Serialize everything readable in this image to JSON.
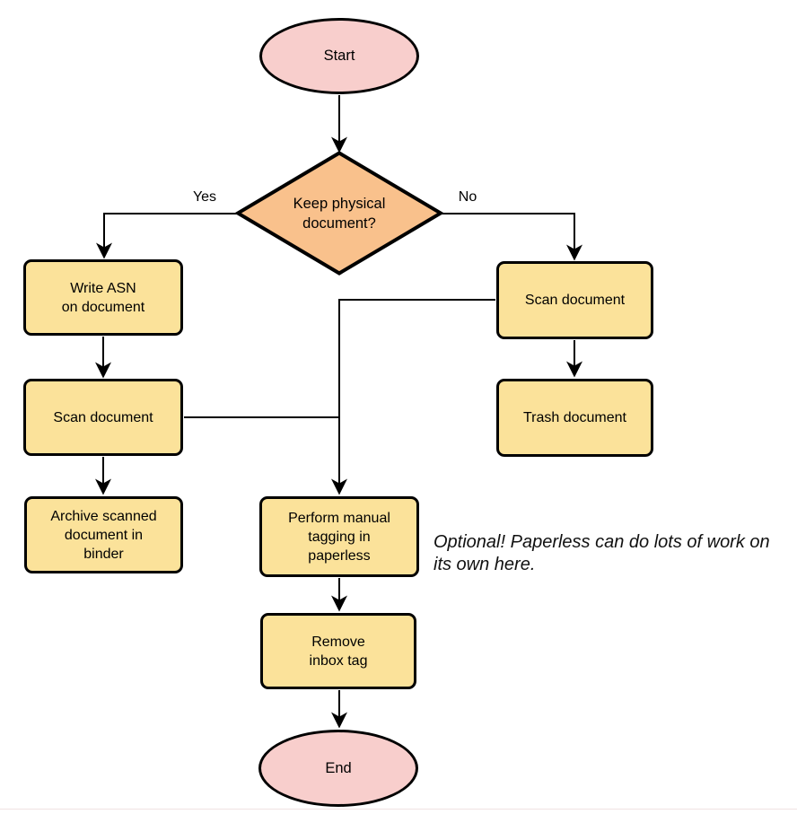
{
  "colors": {
    "terminator_fill": "#f8cecc",
    "decision_fill": "#f9c18c",
    "process_fill": "#fbe29a",
    "stroke": "#000000",
    "annotation_text": "#111111"
  },
  "nodes": {
    "start": {
      "label": "Start"
    },
    "decision": {
      "label": "Keep physical\ndocument?"
    },
    "write_asn": {
      "label": "Write ASN\non document"
    },
    "scan_left": {
      "label": "Scan document"
    },
    "archive": {
      "label": "Archive scanned\ndocument in\nbinder"
    },
    "scan_right": {
      "label": "Scan document"
    },
    "trash": {
      "label": "Trash document"
    },
    "tag": {
      "label": "Perform manual\ntagging in\npaperless"
    },
    "remove_inbox": {
      "label": "Remove\ninbox tag"
    },
    "end": {
      "label": "End"
    }
  },
  "edge_labels": {
    "yes": "Yes",
    "no": "No"
  },
  "annotation": {
    "text": "Optional! Paperless can do lots of work on\nits own here."
  }
}
